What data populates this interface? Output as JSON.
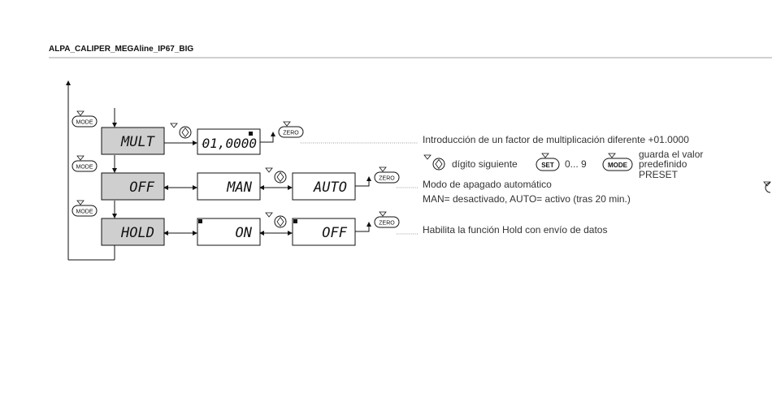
{
  "header": {
    "title": "ALPA_CALIPER_MEGAline_IP67_BIG"
  },
  "buttons": {
    "mode": "MODE",
    "zero": "ZERO",
    "set": "SET"
  },
  "displays": {
    "mult": "MULT",
    "mult_value": "01,0000",
    "mult_sign": "+",
    "off": "OFF",
    "man": "MAN",
    "auto": "AUTO",
    "hold": "HOLD",
    "on": "ON",
    "hold_off": "OFF"
  },
  "descriptions": {
    "mult": "Introducción de un factor de multiplicación diferente +01.0000",
    "digit_next": "dígito siguiente",
    "digits_range": "0... 9",
    "save_line1": "guarda el valor",
    "save_line2": "predefinido",
    "save_line3": "PRESET",
    "off_line1": "Modo de apagado automático",
    "off_line2": "MAN= desactivado, AUTO= activo (tras 20 min.)",
    "hold": "Habilita la función Hold con envío de datos"
  }
}
